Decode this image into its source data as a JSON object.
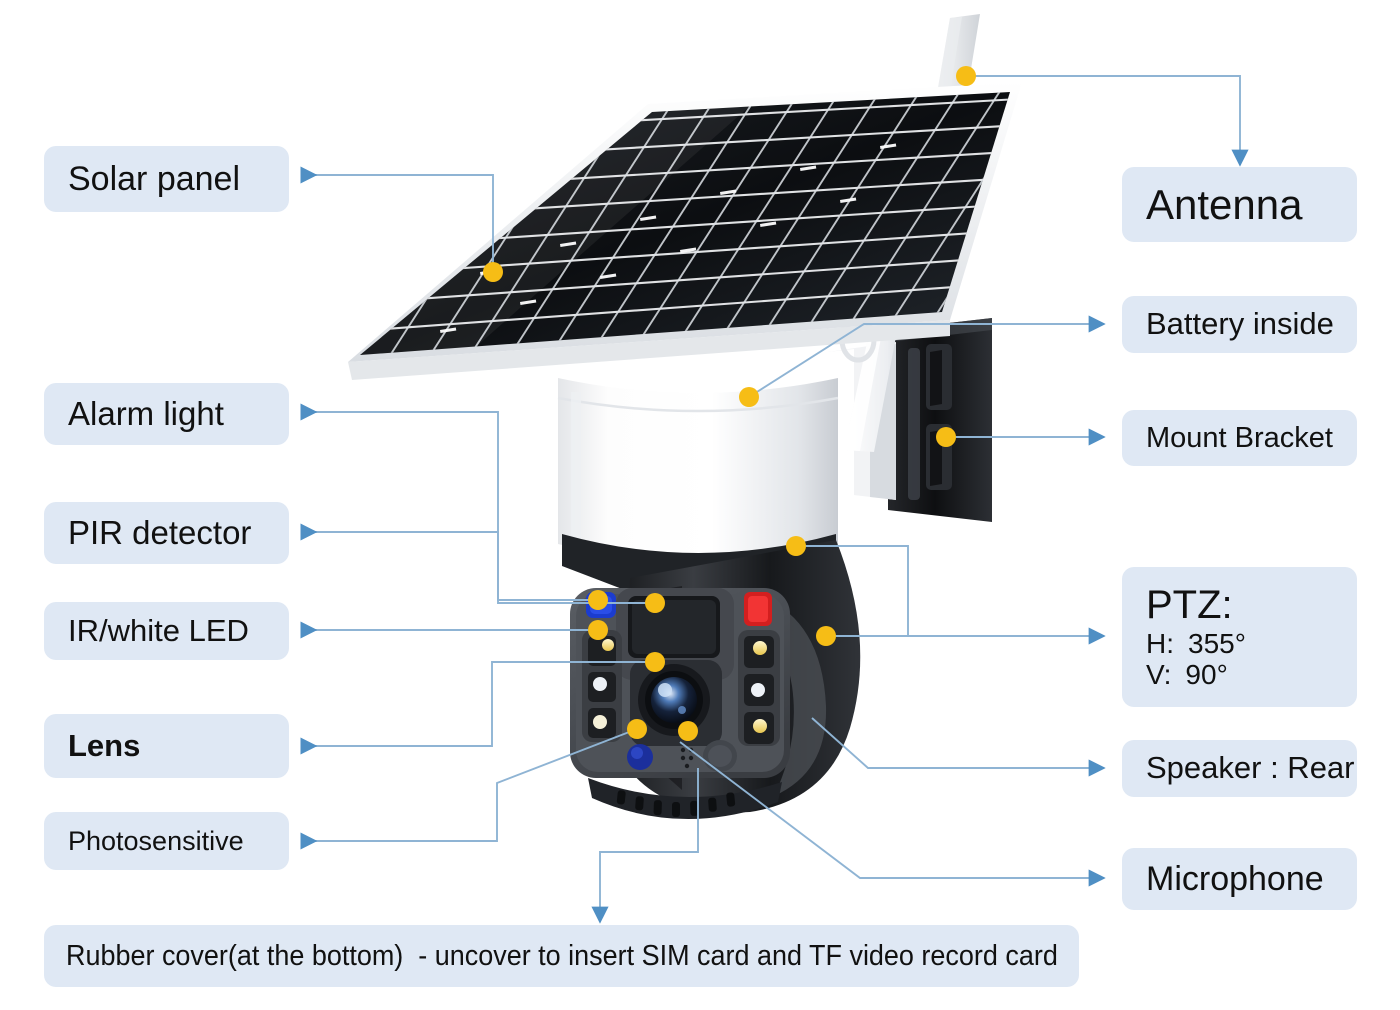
{
  "diagram": {
    "title": "Solar PTZ security camera annotated parts diagram",
    "accent_chip_bg": "#dfe8f4",
    "connector_color": "#6d9dc9",
    "marker_color": "#f6bd16",
    "labels_left": [
      {
        "id": "solar-panel",
        "text": "Solar panel",
        "weight": "regular",
        "size": 34
      },
      {
        "id": "alarm-light",
        "text": "Alarm light",
        "weight": "regular",
        "size": 33
      },
      {
        "id": "pir-detector",
        "text": "PIR detector",
        "weight": "regular",
        "size": 33
      },
      {
        "id": "ir-white-led",
        "text": "IR/white LED",
        "weight": "light",
        "size": 31
      },
      {
        "id": "lens",
        "text": "Lens",
        "weight": "bold",
        "size": 31
      },
      {
        "id": "photosensitive",
        "text": "Photosensitive",
        "weight": "light",
        "size": 27
      }
    ],
    "labels_right": [
      {
        "id": "antenna",
        "text": "Antenna",
        "weight": "light",
        "size": 42
      },
      {
        "id": "battery-inside",
        "text": "Battery inside",
        "weight": "light",
        "size": 31
      },
      {
        "id": "mount-bracket",
        "text": "Mount Bracket",
        "weight": "light",
        "size": 29
      },
      {
        "id": "speaker-rear",
        "text": "Speaker : Rear",
        "weight": "regular",
        "size": 31
      },
      {
        "id": "microphone",
        "text": "Microphone",
        "weight": "light",
        "size": 34
      }
    ],
    "ptz": {
      "id": "ptz",
      "heading": "PTZ:",
      "horizontal_label": "H:",
      "horizontal_value": "355°",
      "vertical_label": "V:",
      "vertical_value": "90°"
    },
    "footer": {
      "id": "rubber-cover",
      "text": "Rubber cover(at the bottom)  - uncover to insert SIM card and TF video record card"
    }
  }
}
